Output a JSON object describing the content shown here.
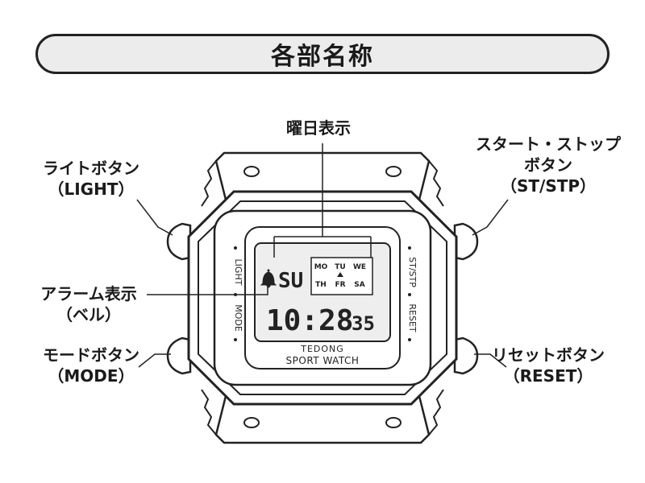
{
  "title": "各部名称",
  "callouts": {
    "day_display": "曜日表示",
    "light_button": {
      "line1": "ライトボタン",
      "line2": "（LIGHT）"
    },
    "alarm_display": {
      "line1": "アラーム表示",
      "line2": "（ベル）"
    },
    "mode_button": {
      "line1": "モードボタン",
      "line2": "（MODE）"
    },
    "start_stop_button": {
      "line1": "スタート・ストップ",
      "line2": "ボタン",
      "line3": "（ST/STP）"
    },
    "reset_button": {
      "line1": "リセットボタン",
      "line2": "（RESET）"
    }
  },
  "watch": {
    "bezel_left_top": "LIGHT",
    "bezel_left_bottom": "MODE",
    "bezel_right_top": "ST/STP",
    "bezel_right_bottom": "RESET",
    "brand": "TEDONG",
    "model": "SPORT WATCH",
    "lcd": {
      "day_abbrev": "SU",
      "days_row1": [
        "MO",
        "TU",
        "WE"
      ],
      "days_row2": [
        "TH",
        "FR",
        "SA"
      ],
      "time_main": "10:28",
      "time_seconds": "35"
    }
  }
}
